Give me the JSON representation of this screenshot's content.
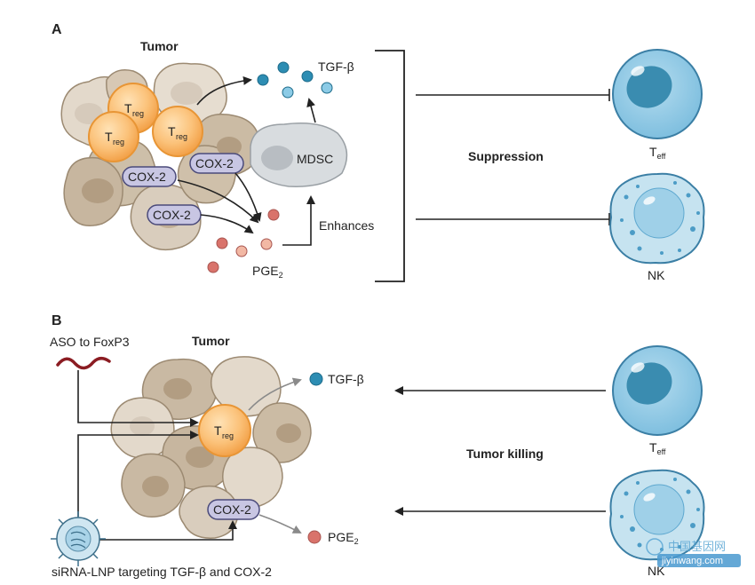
{
  "panel_a": {
    "letter": "A",
    "tumor_label": "Tumor",
    "treg_main": "T",
    "treg_sub": "reg",
    "cox2": "COX-2",
    "tgf": "TGF-β",
    "mdsc": "MDSC",
    "enhances": "Enhances",
    "pge_main": "PGE",
    "pge_sub": "2",
    "suppression": "Suppression",
    "teff_main": "T",
    "teff_sub": "eff",
    "nk": "NK"
  },
  "panel_b": {
    "letter": "B",
    "aso": "ASO to FoxP3",
    "tumor_label": "Tumor",
    "treg_main": "T",
    "treg_sub": "reg",
    "cox2": "COX-2",
    "tgf": "TGF-β",
    "pge_main": "PGE",
    "pge_sub": "2",
    "tumor_killing": "Tumor killing",
    "teff_main": "T",
    "teff_sub": "eff",
    "nk": "NK",
    "sirna": "siRNA-LNP targeting TGF-β and COX-2"
  },
  "watermark": {
    "line1": "中国基因网",
    "line2": "jiyinwang.com"
  },
  "colors": {
    "tumor_cell": "#c9b9a3",
    "tumor_nucleus": "#a89377",
    "treg": "#f6b25e",
    "cox2_fill": "#c8c6e3",
    "tgf_dark": "#2d8db3",
    "tgf_light": "#8ccbe6",
    "pge_dark": "#d9736b",
    "pge_light": "#f2b8a4",
    "teff": "#8dc7e3",
    "mdsc": "#d8dcdf"
  }
}
